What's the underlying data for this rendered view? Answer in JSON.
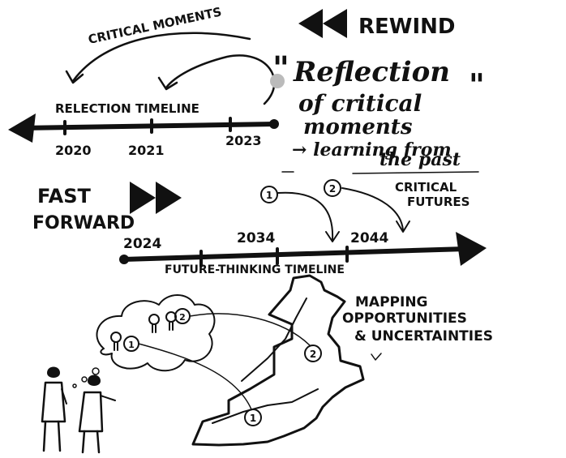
{
  "rewind": {
    "label": "REWIND"
  },
  "critical_moments": {
    "label": "CRITICAL MOMENTS"
  },
  "reflection_timeline": {
    "label": "RELECTION TIMELINE",
    "years": [
      "2020",
      "2021",
      "2023"
    ]
  },
  "quote": {
    "open_mark": "\"",
    "close_mark": "\"",
    "line1": "Reflection",
    "line2": "of critical",
    "line3": "moments",
    "line4": "→ learning from",
    "line5": "the past"
  },
  "fast_forward": {
    "line1": "FAST",
    "line2": "FORWARD"
  },
  "critical_futures": {
    "line1": "CRITICAL",
    "line2": "FUTURES",
    "marker1": "1",
    "marker2": "2"
  },
  "future_timeline": {
    "label": "FUTURE-THINKING TIMELINE",
    "years": [
      "2024",
      "2034",
      "2044"
    ]
  },
  "mapping": {
    "line1": "MAPPING",
    "line2": "OPPORTUNITIES",
    "line3": "& UNCERTAINTIES",
    "marker1": "1",
    "marker2": "2"
  },
  "thought_bubble": {
    "marker1": "1",
    "marker2": "2"
  },
  "colors": {
    "ink": "#111111",
    "dot": "#bbbbbb"
  }
}
